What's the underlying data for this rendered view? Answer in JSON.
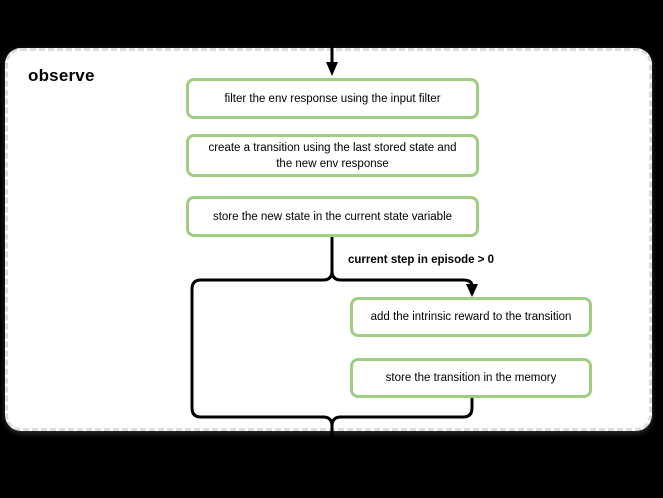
{
  "diagram": {
    "title": "observe",
    "nodes": [
      {
        "label": "filter the env response using the input filter"
      },
      {
        "label": "create a transition using the last stored state and the new env response"
      },
      {
        "label": "store the new state in the current state variable"
      },
      {
        "label": "add the intrinsic reward to the transition"
      },
      {
        "label": "store the transition in the memory"
      }
    ],
    "branch_label": "current step in episode > 0",
    "colors": {
      "canvas_background": "#000000",
      "panel_background": "#ffffff",
      "panel_border": "#dcdcdc",
      "node_border": "#a0ce80",
      "connector": "#000000",
      "text": "#000000"
    }
  }
}
